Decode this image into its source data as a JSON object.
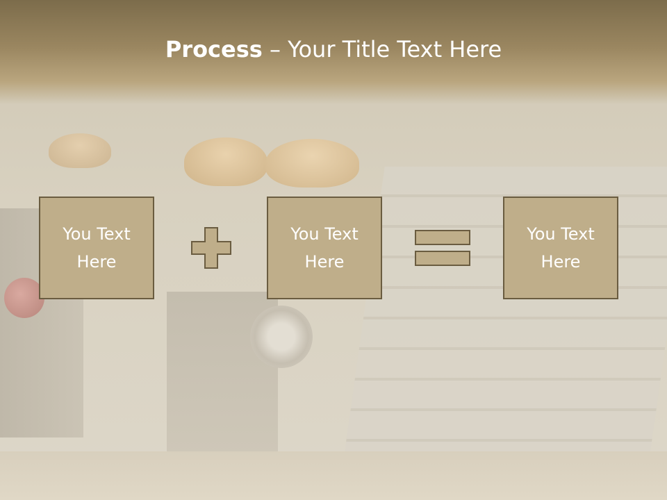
{
  "title": {
    "bold": "Process",
    "separator": " – ",
    "rest": "Your Title Text Here"
  },
  "boxes": [
    {
      "text": "You Text\nHere"
    },
    {
      "text": "You Text\nHere"
    },
    {
      "text": "You Text\nHere"
    }
  ],
  "operators": {
    "plus": "plus-icon",
    "equals": "equals-icon"
  },
  "colors": {
    "title_bar": "#8b7a55",
    "box_fill": "#bfae8a",
    "box_border": "#6a5c40",
    "text": "#ffffff"
  }
}
